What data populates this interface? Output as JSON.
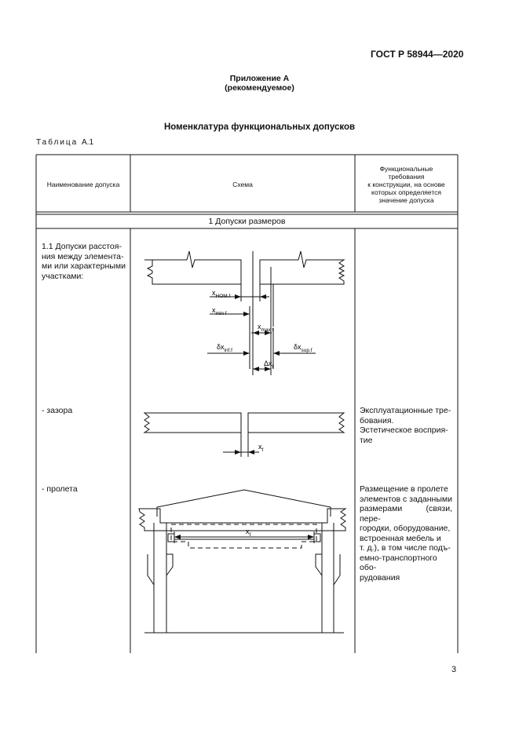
{
  "document_id": "ГОСТ Р 58944—2020",
  "annex": {
    "title": "Приложение А",
    "subtitle": "(рекомендуемое)"
  },
  "heading": "Номенклатура функциональных допусков",
  "table_caption": {
    "word": "Таблица",
    "number": "А.1"
  },
  "table": {
    "columns": [
      "Наименование допуска",
      "Схема",
      "Функциональные требования к конструкции, на основе которых определяется значение допуска"
    ],
    "column_lines": [
      "Функциональные",
      "требования",
      "к конструкции, на основе",
      "которых определяется",
      "значение допуска"
    ],
    "section_title": "1 Допуски размеров",
    "rows": [
      {
        "name_lines": [
          "1.1 Допуски расстоя-",
          "ния между элемента-",
          "ми или характерными",
          "участками:"
        ],
        "requirement_lines": []
      },
      {
        "name_lines": [
          "- зазора"
        ],
        "requirement_lines": [
          "Эксплуатационные тре-",
          "бования.",
          "Эстетическое восприя-",
          "тие"
        ]
      },
      {
        "name_lines": [
          "- пролета"
        ],
        "requirement_lines": [
          "Размещение в пролете",
          "элементов с заданными",
          "размерами (связи, пере-",
          "городки, оборудование,",
          "встроенная мебель и",
          "т. д.), в том числе подъ-",
          "емно-транспортного обо-",
          "рудования"
        ]
      }
    ]
  },
  "schemes": {
    "distance": {
      "x_nom": {
        "base": "x",
        "sub": "НОМ.f"
      },
      "x_min": {
        "base": "x",
        "sub": "min f"
      },
      "x_max": {
        "base": "x",
        "sub": "max f"
      },
      "dx_inf": {
        "base": "δx",
        "sub": "inf.f"
      },
      "dx_sup": {
        "base": "δx",
        "sub": "sup.f"
      },
      "Dx": {
        "base": "Δx",
        "sub": "f"
      }
    },
    "gap": {
      "x": {
        "base": "x",
        "sub": "f"
      }
    },
    "span": {
      "x": {
        "base": "x",
        "sub": "f"
      }
    }
  },
  "page_number": "3"
}
